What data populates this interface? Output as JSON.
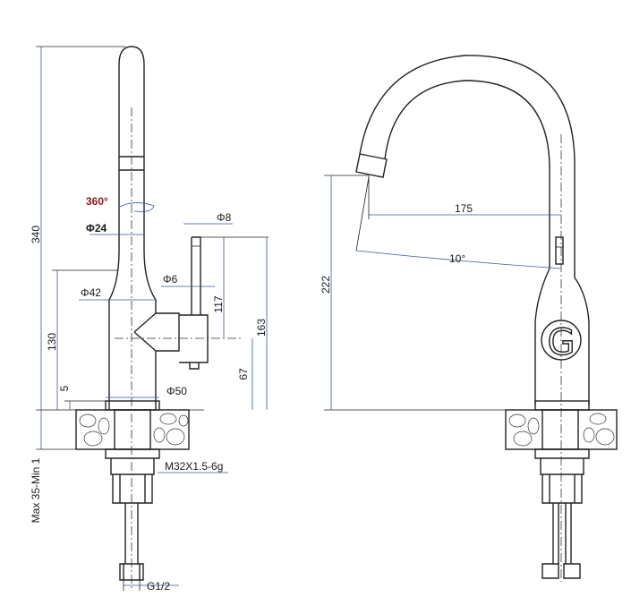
{
  "colors": {
    "line": "#222222",
    "dimension": "#3a5a9a",
    "accent_red": "#8b1a1a"
  },
  "side_view": {
    "dims": {
      "height_total": "340",
      "rotation": "360°",
      "spout_dia": "Φ24",
      "handle_dia": "Φ8",
      "handle_dia_small": "Φ6",
      "body_dia": "Φ42",
      "height_body": "130",
      "height_handle_top": "117",
      "height_handle": "163",
      "height_handle_axis": "67",
      "base_offset": "5",
      "base_dia": "Φ50",
      "thread": "M32X1.5-6g",
      "deck_thickness": "Max 35-Min 1",
      "inlet": "G1/2"
    }
  },
  "front_view": {
    "dims": {
      "spout_height": "222",
      "reach": "175",
      "tilt": "10°"
    },
    "logo_letter": "G"
  }
}
